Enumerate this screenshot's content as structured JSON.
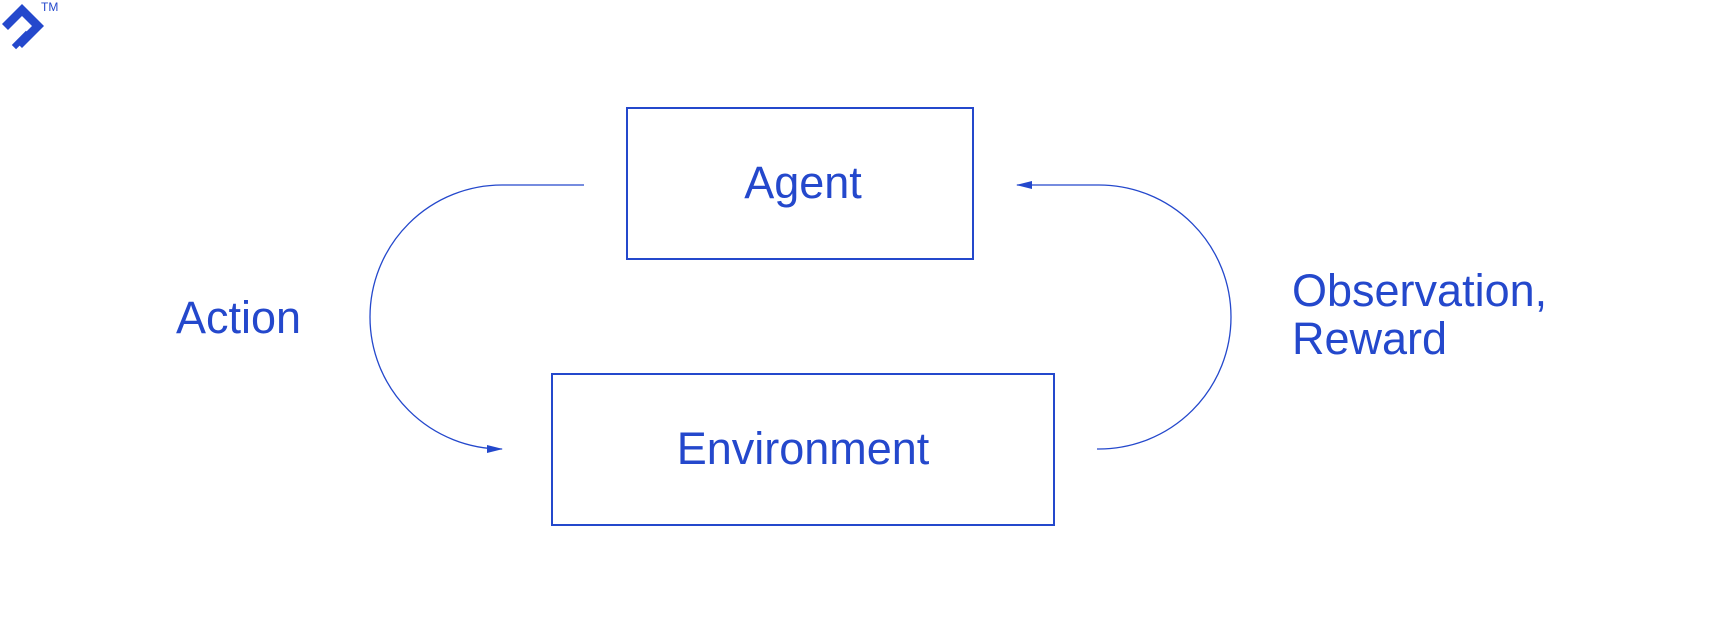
{
  "colors": {
    "accent": "#2448cc",
    "background": "#ffffff"
  },
  "logo": {
    "icon": "toptal-logo-icon",
    "trademark": "TM"
  },
  "diagram": {
    "nodes": {
      "agent": {
        "label": "Agent"
      },
      "environment": {
        "label": "Environment"
      }
    },
    "edges": {
      "action": {
        "label": "Action",
        "from": "agent",
        "to": "environment"
      },
      "feedback": {
        "label_line1": "Observation,",
        "label_line2": "Reward",
        "from": "environment",
        "to": "agent"
      }
    }
  }
}
